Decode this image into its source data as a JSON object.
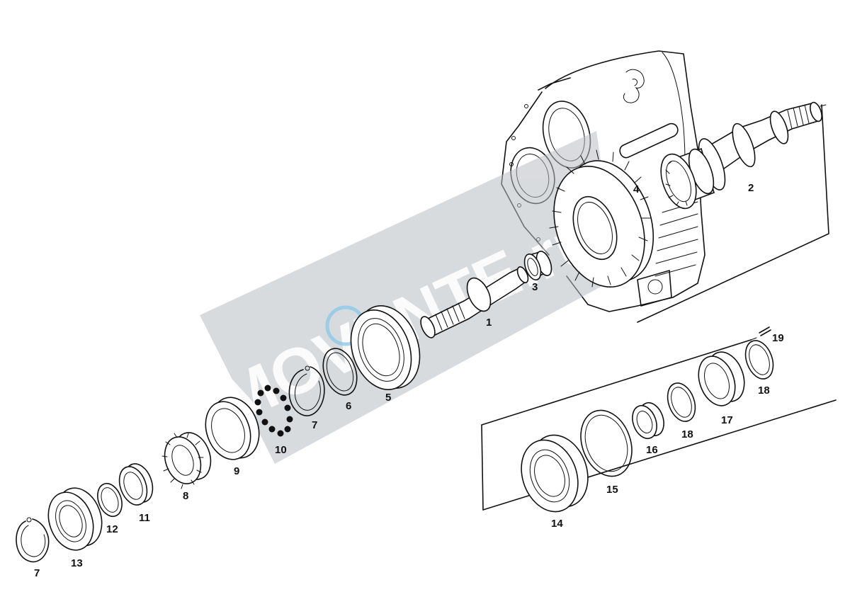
{
  "watermark": {
    "text": "MOVENTE.ru",
    "color": "#9aa3ad",
    "accent": "#2f9fd8"
  },
  "labels": {
    "p1": "1",
    "p2": "2",
    "p3": "3",
    "p4": "4",
    "p5": "5",
    "p6": "6",
    "p7a": "7",
    "p7b": "7",
    "p8": "8",
    "p9": "9",
    "p10": "10",
    "p11": "11",
    "p12": "12",
    "p13": "13",
    "p14": "14",
    "p15": "15",
    "p16": "16",
    "p17": "17",
    "p18a": "18",
    "p18b": "18",
    "p19": "19"
  }
}
